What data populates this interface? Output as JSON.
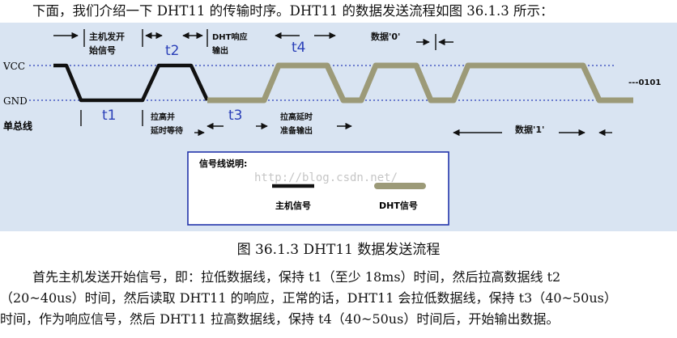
{
  "intro_text": "下面，我们介绍一下 DHT11 的传输时序。DHT11 的数据发送流程如图 36.1.3 所示：",
  "diagram": {
    "vcc_label": "VCC",
    "gnd_label": "GND",
    "bus_label": "单总线",
    "host_start_line1": "主机发开",
    "host_start_line2": "始信号",
    "dht_response_line1": "DHT响应",
    "dht_response_line2": "输出",
    "data0_label": "数据'0'",
    "data1_label": "数据'1'",
    "bits_label": "---0101",
    "pullup_delay_line1": "拉高并",
    "pullup_delay_line2": "延时等待",
    "pullup_ready_line1": "拉高延时",
    "pullup_ready_line2": "准备输出",
    "t1": "t1",
    "t2": "t2",
    "t3": "t3",
    "t4": "t4",
    "legend_title": "信号线说明:",
    "legend_host": "主机信号",
    "legend_dht": "DHT信号",
    "watermark": "http://blog.csdn.net/",
    "host_color": "#111111",
    "dht_color": "#9c9a78",
    "guide_color": "#2a3fb8",
    "legend_border_color": "#2233aa"
  },
  "caption": "图 36.1.3 DHT11 数据发送流程",
  "paragraph": {
    "line1": "首先主机发送开始信号，即：拉低数据线，保持 t1（至少 18ms）时间，然后拉高数据线 t2",
    "line2": "（20~40us）时间，然后读取 DHT11 的响应，正常的话，DHT11 会拉低数据线，保持 t3（40~50us）",
    "line3": "时间，作为响应信号，然后 DHT11 拉高数据线，保持 t4（40~50us）时间后，开始输出数据。"
  }
}
